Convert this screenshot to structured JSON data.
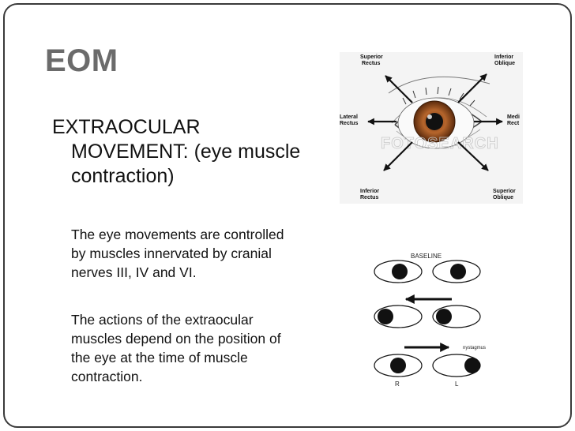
{
  "slide": {
    "title": "EOM",
    "main_bullet": {
      "line1": "EXTRAOCULAR",
      "line2": "MOVEMENT:  (eye muscle",
      "line3": "contraction)"
    },
    "paragraph1": {
      "line1": "The eye movements are controlled",
      "line2": "by muscles innervated by cranial",
      "line3": "nerves III, IV and VI."
    },
    "paragraph2": {
      "line1": "The actions of the extraocular",
      "line2": "muscles depend on the position of",
      "line3": "the eye at the time of muscle",
      "line4": "contraction."
    }
  },
  "eye_muscle_diagram": {
    "superior_rectus_line1": "Superior",
    "superior_rectus_line2": "Rectus",
    "inferior_oblique_line1": "Inferior",
    "inferior_oblique_line2": "Oblique",
    "lateral_rectus_line1": "Lateral",
    "lateral_rectus_line2": "Rectus",
    "medial_rectus_line1": "Medi",
    "medial_rectus_line2": "Rect",
    "inferior_rectus_line1": "Inferior",
    "inferior_rectus_line2": "Rectus",
    "superior_oblique_line1": "Superior",
    "superior_oblique_line2": "Oblique",
    "watermark": "FOTOSEARCH",
    "iris_color": "#b5652c"
  },
  "nystagmus_diagram": {
    "baseline_label": "BASELINE",
    "nystagmus_label": "nystagmus",
    "right_label": "R",
    "left_label": "L"
  }
}
